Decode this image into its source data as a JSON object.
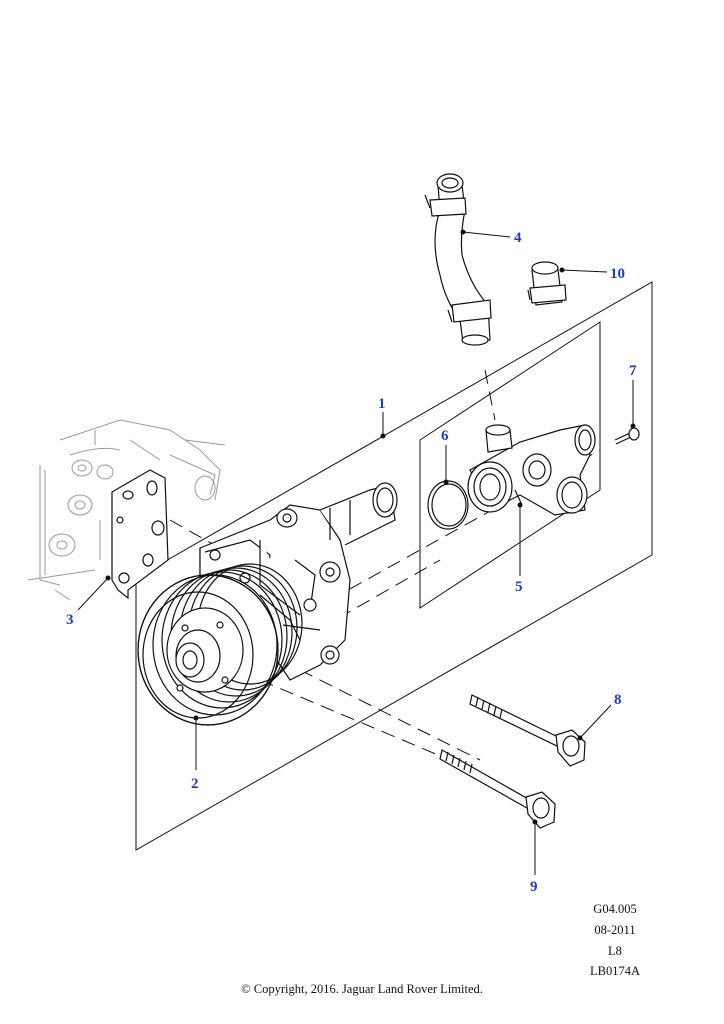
{
  "callouts": [
    {
      "id": "1",
      "label": "1"
    },
    {
      "id": "2",
      "label": "2"
    },
    {
      "id": "3",
      "label": "3"
    },
    {
      "id": "4",
      "label": "4"
    },
    {
      "id": "5",
      "label": "5"
    },
    {
      "id": "6",
      "label": "6"
    },
    {
      "id": "7",
      "label": "7"
    },
    {
      "id": "8",
      "label": "8"
    },
    {
      "id": "9",
      "label": "9"
    },
    {
      "id": "10",
      "label": "10"
    }
  ],
  "reference": {
    "group": "G04.005",
    "date": "08-2011",
    "model": "L8",
    "illustration": "LB0174A"
  },
  "copyright": "© Copyright, 2016. Jaguar Land Rover Limited.",
  "colors": {
    "callout_text": "#1a3cc8",
    "line_art": "#111111",
    "ghost_art": "#9a9a9a"
  }
}
